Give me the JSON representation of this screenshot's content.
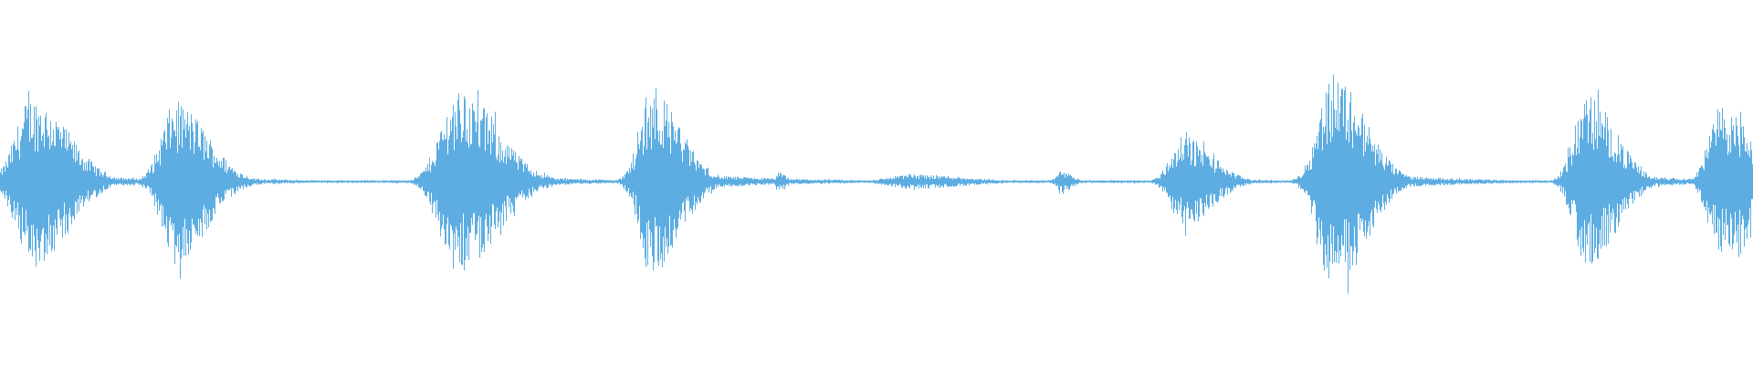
{
  "waveform": {
    "color": "#5dade2",
    "background": "#ffffff",
    "description_kind": "audio-waveform",
    "bursts": [
      {
        "center": 0.018,
        "amp": 0.47,
        "width": 0.02,
        "decay": 0.055
      },
      {
        "center": 0.1,
        "amp": 0.44,
        "width": 0.018,
        "decay": 0.04
      },
      {
        "center": 0.261,
        "amp": 0.5,
        "width": 0.022,
        "decay": 0.05
      },
      {
        "center": 0.372,
        "amp": 0.5,
        "width": 0.016,
        "decay": 0.06
      },
      {
        "center": 0.444,
        "amp": 0.05,
        "width": 0.004,
        "decay": 0.01
      },
      {
        "center": 0.52,
        "amp": 0.04,
        "width": 0.03,
        "decay": 0.01
      },
      {
        "center": 0.605,
        "amp": 0.06,
        "width": 0.006,
        "decay": 0.01
      },
      {
        "center": 0.675,
        "amp": 0.25,
        "width": 0.016,
        "decay": 0.04
      },
      {
        "center": 0.76,
        "amp": 0.6,
        "width": 0.018,
        "decay": 0.05
      },
      {
        "center": 0.905,
        "amp": 0.48,
        "width": 0.016,
        "decay": 0.05
      },
      {
        "center": 0.982,
        "amp": 0.42,
        "width": 0.016,
        "decay": 0.03
      }
    ],
    "noise_floor": 0.008
  }
}
